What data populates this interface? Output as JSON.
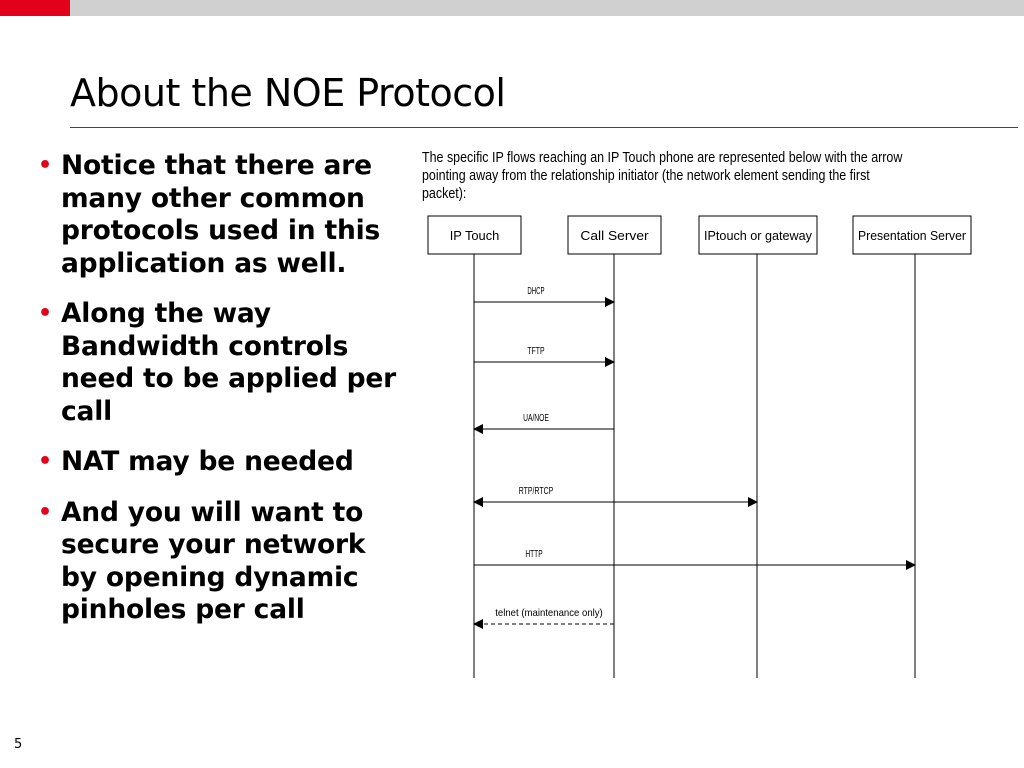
{
  "slide": {
    "title": "About the NOE Protocol",
    "page_number": "5",
    "accent_color": "#e2001a",
    "bar_color": "#d0d0d0"
  },
  "bullets": [
    {
      "text": "Notice that there are many other common protocols used in this application as well."
    },
    {
      "text": "Along the way Bandwidth controls need to be applied per call"
    },
    {
      "text": "NAT may be needed"
    },
    {
      "text": "And you will want to secure your network by opening dynamic pinholes per call"
    }
  ],
  "diagram": {
    "caption": "The specific IP flows reaching an IP Touch phone are represented below with the arrow pointing away from the relationship initiator (the network element sending the first packet):",
    "participants": [
      {
        "id": "iptouch",
        "label": "IP Touch"
      },
      {
        "id": "callserver",
        "label": "Call Server"
      },
      {
        "id": "gateway",
        "label": "IPtouch or gateway"
      },
      {
        "id": "presentation",
        "label": "Presentation Server"
      }
    ],
    "messages": [
      {
        "label": "DHCP",
        "from": "iptouch",
        "to": "callserver",
        "style": "solid"
      },
      {
        "label": "TFTP",
        "from": "iptouch",
        "to": "callserver",
        "style": "solid"
      },
      {
        "label": "UA/NOE",
        "from": "callserver",
        "to": "iptouch",
        "style": "solid"
      },
      {
        "label": "RTP/RTCP",
        "from": "iptouch",
        "to": "gateway",
        "style": "both"
      },
      {
        "label": "HTTP",
        "from": "iptouch",
        "to": "presentation",
        "style": "solid"
      },
      {
        "label": "telnet (maintenance only)",
        "from": "callserver",
        "to": "iptouch",
        "style": "dashed"
      }
    ]
  }
}
